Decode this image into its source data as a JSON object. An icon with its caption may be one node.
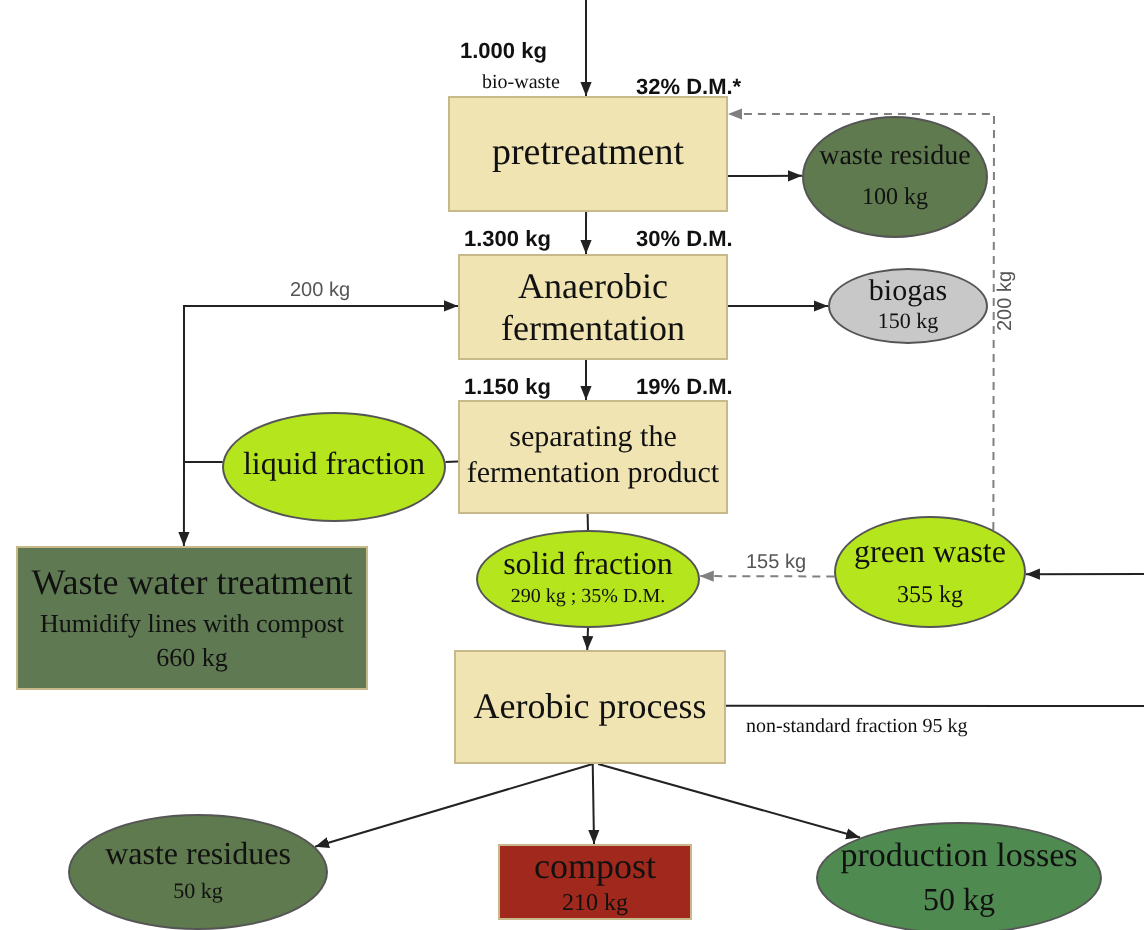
{
  "diagram": {
    "nodes": [
      {
        "text": [
          "pretreatment"
        ]
      },
      {
        "text": [
          "waste residue",
          "100 kg"
        ]
      },
      {
        "text": [
          "Anaerobic fermentation"
        ]
      },
      {
        "text": [
          "biogas",
          "150 kg"
        ]
      },
      {
        "text": [
          "separating the fermentation product"
        ]
      },
      {
        "text": [
          "liquid fraction"
        ]
      },
      {
        "text": [
          "Waste water treatment",
          "Humidify lines with compost",
          "660 kg"
        ]
      },
      {
        "text": [
          "solid fraction",
          "290 kg ; 35% D.M."
        ]
      },
      {
        "text": [
          "green waste",
          "355 kg"
        ]
      },
      {
        "text": [
          "Aerobic process"
        ]
      },
      {
        "text": [
          "waste residues",
          "50 kg"
        ]
      },
      {
        "text": [
          "compost",
          "210 kg"
        ]
      },
      {
        "text": [
          "production losses",
          "50 kg"
        ]
      }
    ],
    "edges": [
      {
        "from": null,
        "to": 0,
        "arrow": "to"
      },
      {
        "from": 0,
        "to": 1,
        "arrow": "to"
      },
      {
        "from": 0,
        "to": 2,
        "arrow": "to"
      },
      {
        "from": 2,
        "to": 3,
        "arrow": "to"
      },
      {
        "from": 2,
        "to": 4,
        "arrow": "to"
      },
      {
        "from": 4,
        "to": 5,
        "arrow": "none"
      },
      {
        "from": 5,
        "to": 2,
        "arrow": "to",
        "label": "200 kg"
      },
      {
        "from": 5,
        "to": 6,
        "arrow": "to"
      },
      {
        "from": 4,
        "to": 7,
        "arrow": "none"
      },
      {
        "from": 7,
        "to": 9,
        "arrow": "to"
      },
      {
        "from": 8,
        "to": 7,
        "arrow": "to",
        "label": "155 kg",
        "style": "dashed",
        "color": "#808080"
      },
      {
        "from": null,
        "to": 8,
        "arrow": "to"
      },
      {
        "from": 8,
        "to": 0,
        "arrow": "to",
        "label": "200 kg",
        "style": "dashed",
        "color": "#808080"
      },
      {
        "from": 9,
        "to": null,
        "arrow": "none",
        "label": "non-standard fraction  95 kg"
      },
      {
        "from": 9,
        "to": 10,
        "arrow": "to"
      },
      {
        "from": 9,
        "to": 11,
        "arrow": "to"
      },
      {
        "from": 9,
        "to": 12,
        "arrow": "to"
      }
    ],
    "labels": [
      "1.000 kg",
      "bio-waste",
      "32% D.M.*",
      "1.300 kg",
      "30% D.M.",
      "1.150 kg",
      "19% D.M."
    ]
  }
}
